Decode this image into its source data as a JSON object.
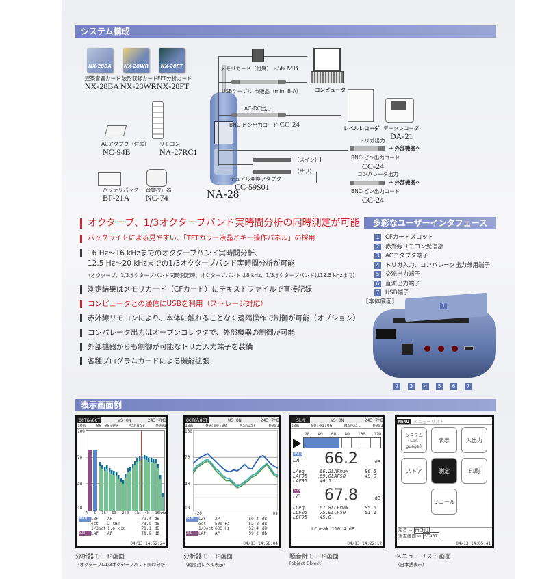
{
  "sections": {
    "system": "システム構成",
    "display": "表示画面例",
    "interface": "多彩なユーザーインタフェース"
  },
  "diagram": {
    "cards": [
      {
        "name": "建築音響カード",
        "model": "NX-28BA",
        "color": "#8ea0c8"
      },
      {
        "name": "波形収録カード",
        "model": "NX-28WR",
        "color": "#d8b860"
      },
      {
        "name": "FFT分析カード",
        "model": "NX-28FT",
        "color": "#2a5a5a"
      }
    ],
    "meter": "NA-28",
    "remote": {
      "name": "リモコン",
      "model": "NA-27RC1"
    },
    "adapter": {
      "name": "ACアダプタ（付属）",
      "model": "NC-94B"
    },
    "battery": {
      "name": "バッテリパック",
      "model": "BP-21A"
    },
    "calibrator": {
      "name": "音響校正器",
      "model": "NC-74"
    },
    "memory": {
      "name": "メモリカード（付属）",
      "size": "256 MB"
    },
    "usb": {
      "name": "USBケーブル 市販品（mini B-A）"
    },
    "computer": "コンピュータ",
    "acdc": {
      "label": "AC-DC出力",
      "cord": "BNC-ピン出力コード",
      "model": "CC-24"
    },
    "level_recorder": "レベルレコーダ",
    "data_recorder": {
      "name": "データレコーダ",
      "model": "DA-21"
    },
    "trigger": {
      "label": "トリガ出力",
      "cord": "BNC-ピン出力コード",
      "model": "CC-24",
      "dest": "外部機器へ"
    },
    "dual": {
      "main": "（メイン）",
      "sub": "（サブ）",
      "name": "デュアル変換アダプタ",
      "model": "CC-59S01"
    },
    "comparator": {
      "label": "コンパレータ出力",
      "cord": "BNC-ピン出力コード",
      "model": "CC-24",
      "dest": "外部機器へ"
    }
  },
  "features": {
    "title": "オクターブ、1/3オクターブバンド実時間分析の同時測定が可能",
    "items": [
      "バックライトによる見やすい、「TFTカラー液晶とキー操作パネル」の採用",
      "16 Hz～16 kHzまでのオクターブバンド実時間分析、",
      "12.5 Hz～20 kHzまでの1/3オクターブバンド実時間分析が可能",
      "（オクターブ、1/3オクターブバンド同時測定時、オクターブバンドは8 kHz、1/3オクターブバンドは12.5 kHzまで）",
      "測定結果はメモリカード（CFカード）にテキストファイルで直接記録",
      "コンピュータとの通信にUSBを利用（ストレージ対応）",
      "赤外線リモコンにより、本体に触れることなく遠隔操作で制御が可能（オプション）",
      "コンパレータ出力はオープンコレクタで、外部機器の制御が可能",
      "外部機器からも制御が可能なトリガ入力端子を装備",
      "各種プログラムカードによる機能拡張"
    ]
  },
  "interface": {
    "items": [
      {
        "n": "1",
        "t": "CFカードスロット"
      },
      {
        "n": "2",
        "t": "赤外線リモコン受信部"
      },
      {
        "n": "3",
        "t": "ACアダプタ端子"
      },
      {
        "n": "4",
        "t": "トリガ入力、コンパレータ出力兼用端子"
      },
      {
        "n": "5",
        "t": "交流出力端子"
      },
      {
        "n": "6",
        "t": "直流出力端子"
      },
      {
        "n": "7",
        "t": "USB端子"
      }
    ],
    "bottom_label": "【本体底面】"
  },
  "screens": [
    {
      "caption": "分析器モード画面",
      "sub": "（オクターブ&1/3オクターブバンド同時分析）",
      "title": "OCT&⅓OCT",
      "ws": "WS ON",
      "mem": "243.7MB",
      "row": [
        "10m",
        "00:00:00",
        "Manual",
        "0001"
      ],
      "yticks": [
        "100",
        "70",
        "40",
        "10"
      ],
      "xticks": [
        "A",
        "Z",
        "16",
        "63",
        "250",
        "1k",
        "4k",
        "16kHz"
      ],
      "readout": [
        [
          "MAIN",
          "LZF",
          "AP",
          "79.4",
          "dB"
        ],
        [
          "",
          "oct",
          "2 kHz",
          "73.9",
          "dB"
        ],
        [
          "",
          "1/3oct",
          "1.6 kHz",
          "71.1",
          "dB"
        ],
        [
          "SUB",
          "LAF",
          "AP",
          "78.9",
          "dB"
        ]
      ],
      "time": "04/13 14:52:24",
      "bars": {
        "ap": [
          79,
          79
        ],
        "third": [
          65,
          62,
          60,
          61,
          58,
          56,
          55,
          54,
          50,
          47,
          45,
          52,
          58,
          60,
          63,
          66,
          70,
          71,
          72,
          73,
          72,
          70,
          70,
          69,
          68,
          63,
          50,
          30
        ]
      }
    },
    {
      "caption": "分析器モード画面",
      "sub": "（時間対レベル表示）",
      "title": "OCT&⅓OCT",
      "ws": "WS ON",
      "mem": "243.7MB",
      "row": [
        "10m",
        "00:00:00",
        "Manual",
        "0001"
      ],
      "yticks": [
        "100",
        "70",
        "40",
        "10"
      ],
      "xticks": [
        "-20",
        "0s"
      ],
      "readout": [
        [
          "MAIN",
          "LZF",
          "AP",
          "59.4",
          "dB"
        ],
        [
          "",
          "oct",
          "500 Hz",
          "52.8",
          "dB"
        ],
        [
          "",
          "1/3oct",
          "630 Hz",
          "52.4",
          "dB"
        ],
        [
          "SUB",
          "LAF",
          "AP",
          "59.2",
          "dB"
        ]
      ],
      "time": "04/13 14:58:04",
      "lines": {
        "a": [
          63,
          67,
          70,
          72,
          74,
          70,
          66,
          62,
          58,
          55,
          54,
          56,
          55,
          58,
          62,
          58,
          57,
          64,
          70,
          72,
          68,
          63,
          60,
          58
        ],
        "b": [
          55,
          60,
          63,
          66,
          68,
          64,
          58,
          55,
          50,
          47,
          46,
          42,
          38,
          40,
          43,
          46,
          50,
          52,
          56,
          60,
          63,
          58,
          52,
          50
        ],
        "c": [
          52,
          58,
          61,
          64,
          66,
          62,
          56,
          52,
          48,
          44,
          44,
          40,
          36,
          38,
          41,
          44,
          48,
          50,
          54,
          58,
          62,
          56,
          50,
          48
        ]
      }
    },
    {
      "caption": "騒音計モード画面",
      "sub": {
        "tag": "SUB",
        "ch": "LC",
        "value": "67.8",
        "unit": "dB",
        "rows": [
          [
            "LCeq",
            "67.8",
            "LCFmax",
            "85.6"
          ],
          [
            "LCF05",
            "75.0",
            "LCF50",
            "51.1"
          ],
          [
            "LCF95",
            "45.0",
            "",
            ""
          ]
        ]
      },
      "title": "SLM",
      "ws": "WS ON",
      "mem": "243.7MB",
      "row": [
        "10m",
        "00:01:06",
        "Manual",
        "0001"
      ],
      "scale": [
        "20",
        "40",
        "60",
        "80",
        "100",
        "120"
      ],
      "bar_level": 66.2,
      "main": {
        "tag": "MAIN",
        "ch": "LA",
        "value": "66.2",
        "unit": "dB",
        "rows": [
          [
            "LAeq",
            "66.2",
            "LAFmax",
            "86.5"
          ],
          [
            "LAF05",
            "69.0",
            "LAF50",
            "49.0"
          ],
          [
            "LAF95",
            "46.5",
            "",
            ""
          ]
        ]
      },
      "peak": "LCpeak   110.4 dB",
      "time": "04/13 14:22:12"
    },
    {
      "caption": "メニューリスト画面",
      "sub": "（日本語表示）",
      "title": "MENU",
      "subtitle": "メニューリスト",
      "buttons": [
        "システム (Lan-guage)",
        "表示",
        "入出力",
        "ストア",
        "測定",
        "印刷",
        "リコール"
      ],
      "back": "戻る ⇨",
      "back_key": "MENU",
      "meas": "測定画面 ⇨",
      "meas_key": "START",
      "time": "04/13 14:05:41"
    }
  ],
  "colors": {
    "accent": "#7482c2",
    "red": "#d0242c",
    "badge": "#5b73b6"
  }
}
